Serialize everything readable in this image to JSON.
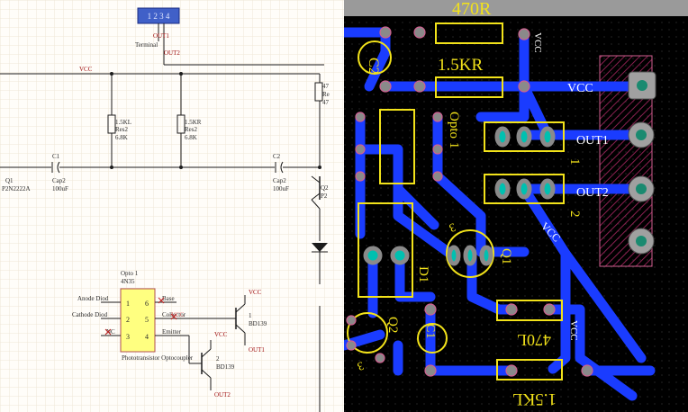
{
  "colors": {
    "wire": "#1c1c1c",
    "schematic_text": "#2b2b2b",
    "designator": "#8b0000",
    "net_label": "#a01010",
    "grid": "#efe6d8",
    "component_fill": "#ffff80",
    "component_outline": "#b05050",
    "terminal_fill": "#4060c8",
    "pcb_bg": "#000000",
    "pcb_grid": "#3a3a3a",
    "trace": "#1a3cff",
    "pad": "#8a8a8a",
    "silkscreen": "#f2e21a",
    "pad_ring": "#d06090",
    "hatch": "#8a2050"
  },
  "schematic": {
    "terminal": {
      "name": "Terminal",
      "pin1": "OUT1",
      "pin2": "OUT2",
      "glyphs": "1 2 3 4"
    },
    "vcc_rail": "VCC",
    "r_left": {
      "name": "1.5KL",
      "type": "Res2",
      "value": "6.8K"
    },
    "r_right": {
      "name": "1.5KR",
      "type": "Res2",
      "value": "6.8K"
    },
    "r_far": {
      "name": "47",
      "type": "Re",
      "value": "47"
    },
    "c1": {
      "name": "C1",
      "type": "Cap2",
      "value": "100uF"
    },
    "c2": {
      "name": "C2",
      "type": "Cap2",
      "value": "100uF"
    },
    "q1": {
      "name": "Q1",
      "type": "P2N2222A"
    },
    "q2": {
      "name": "Q2",
      "type": "P2"
    },
    "opto": {
      "name": "Opto 1",
      "part": "4N35",
      "description": "Phototransistor Optocoupler",
      "pin_labels": [
        "Anode Diod",
        "Cathode Diod",
        "NC",
        "Base",
        "Collector",
        "Emitter"
      ],
      "pin_numbers": [
        "1",
        "2",
        "3",
        "4",
        "5",
        "6"
      ]
    },
    "q_bd1": {
      "pin": "1",
      "type": "BD139",
      "vcc": "VCC",
      "out": "OUT1"
    },
    "q_bd2": {
      "pin": "2",
      "type": "BD139",
      "vcc": "VCC",
      "out": "OUT2"
    },
    "faded_vcc": "VCC"
  },
  "pcb": {
    "top_label": "470R",
    "label_15kr": "1.5KR",
    "label_c2": "C2",
    "label_opto": "Opto 1",
    "label_vcc_right": "VCC",
    "label_out1": "OUT1",
    "label_out2": "OUT2",
    "label_1": "1",
    "label_2": "2",
    "label_vcc_mid": "VCC",
    "label_q1": "Q1",
    "label_d1": "D1",
    "label_q2": "Q2",
    "label_c1": "C1",
    "label_470l": "470L",
    "label_vcc_bottom": "VCC",
    "label_15kl": "1.5KL",
    "label_vcc_top": "VCC",
    "label_q1_pin": "3",
    "label_q2_pin": "3"
  }
}
